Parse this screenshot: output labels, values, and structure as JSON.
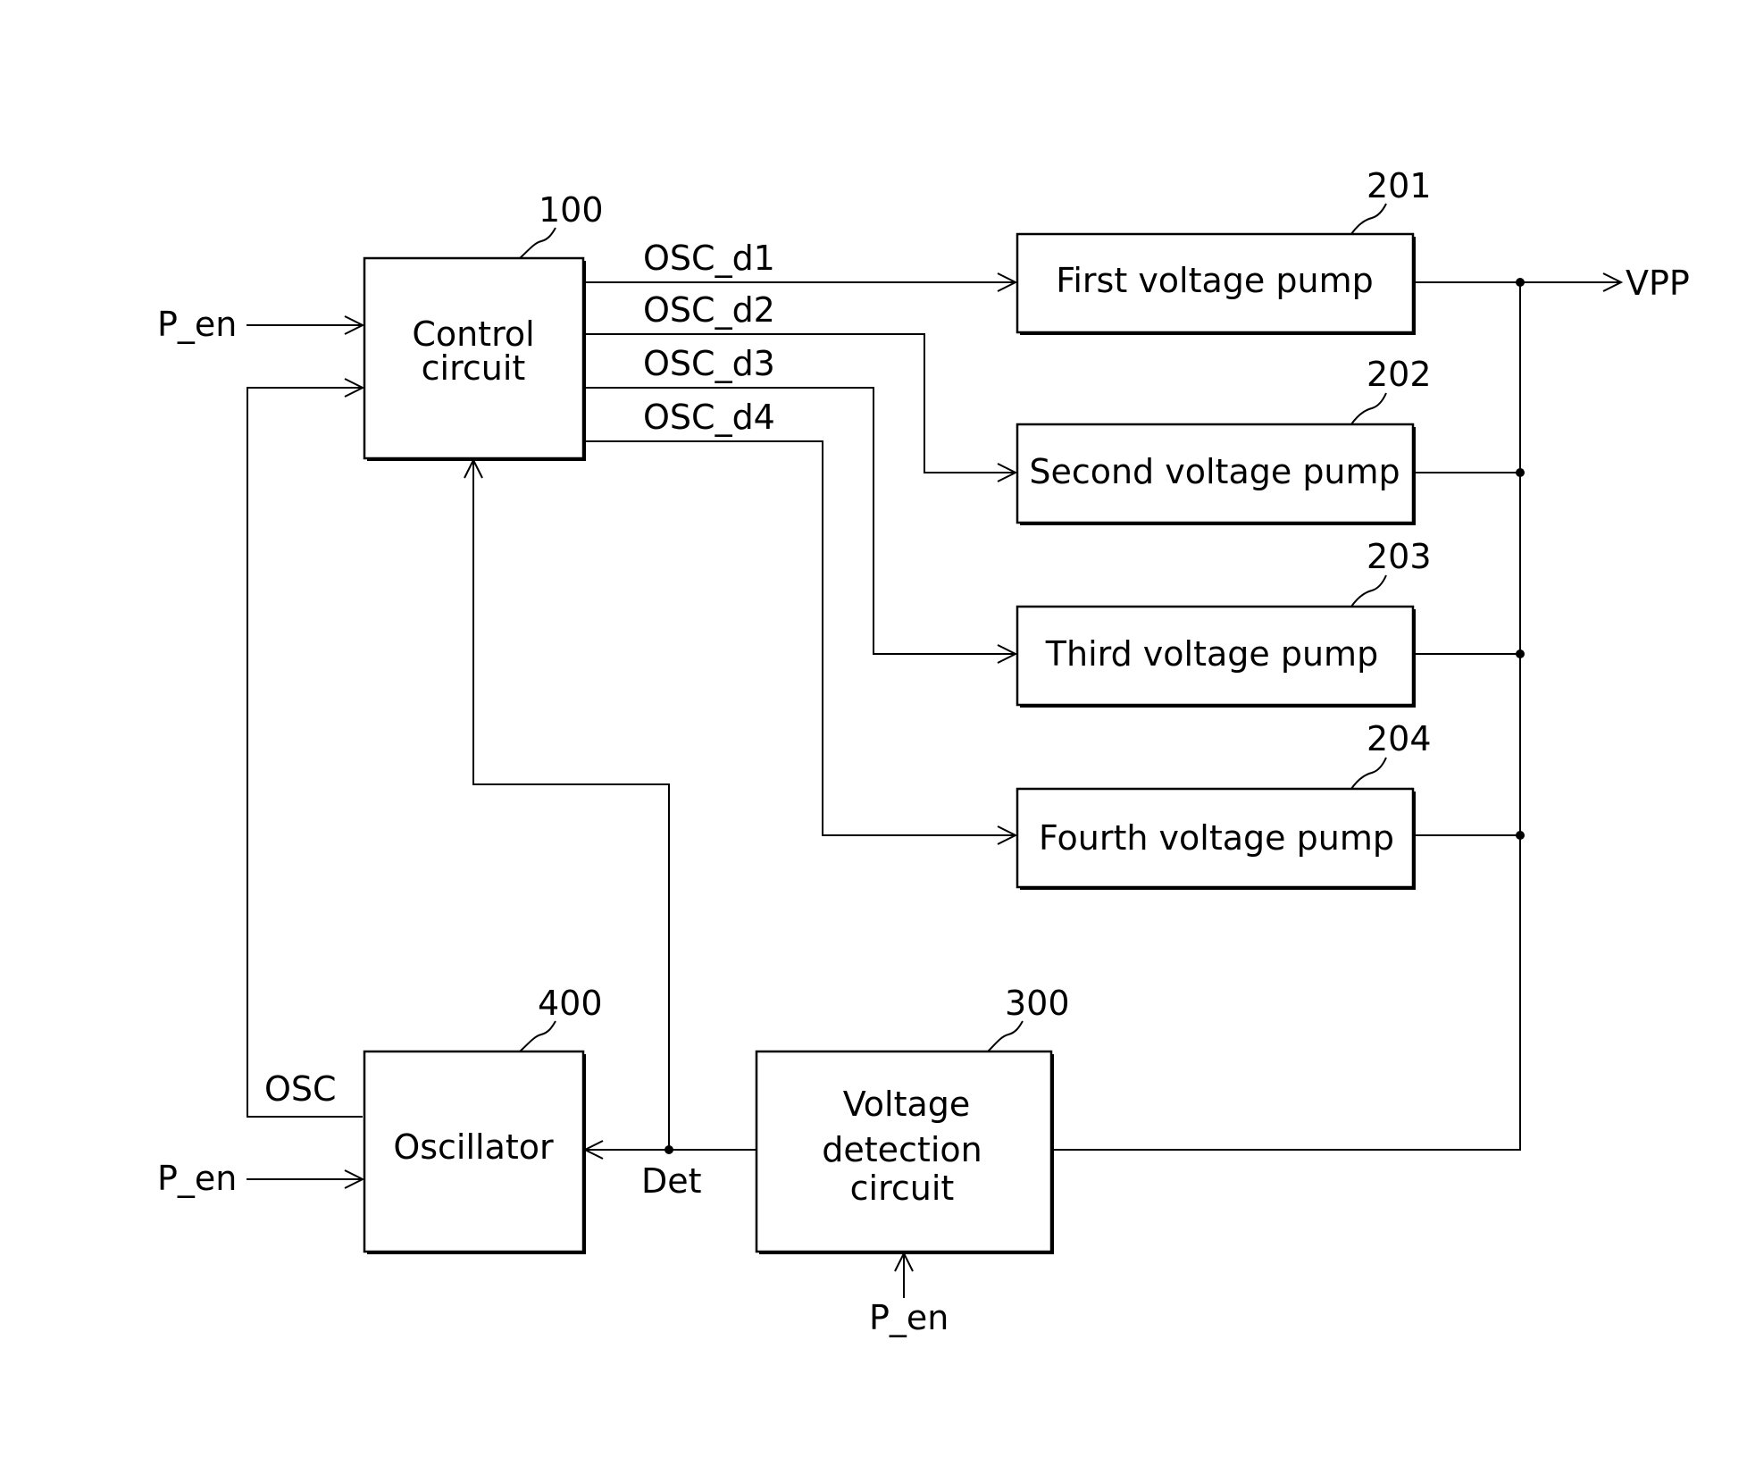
{
  "blocks": {
    "control": {
      "ref": "100",
      "lines": [
        "Control",
        "circuit"
      ]
    },
    "pump1": {
      "ref": "201",
      "lines": [
        "First voltage pump"
      ]
    },
    "pump2": {
      "ref": "202",
      "lines": [
        "Second voltage pump"
      ]
    },
    "pump3": {
      "ref": "203",
      "lines": [
        "Third voltage pump"
      ]
    },
    "pump4": {
      "ref": "204",
      "lines": [
        "Fourth voltage pump"
      ]
    },
    "detector": {
      "ref": "300",
      "lines": [
        "Voltage",
        "detection",
        "circuit"
      ]
    },
    "oscillator": {
      "ref": "400",
      "lines": [
        "Oscillator"
      ]
    }
  },
  "signals": {
    "osc_d1": "OSC_d1",
    "osc_d2": "OSC_d2",
    "osc_d3": "OSC_d3",
    "osc_d4": "OSC_d4",
    "osc": "OSC",
    "det": "Det",
    "vpp": "VPP",
    "p_en": "P_en"
  }
}
